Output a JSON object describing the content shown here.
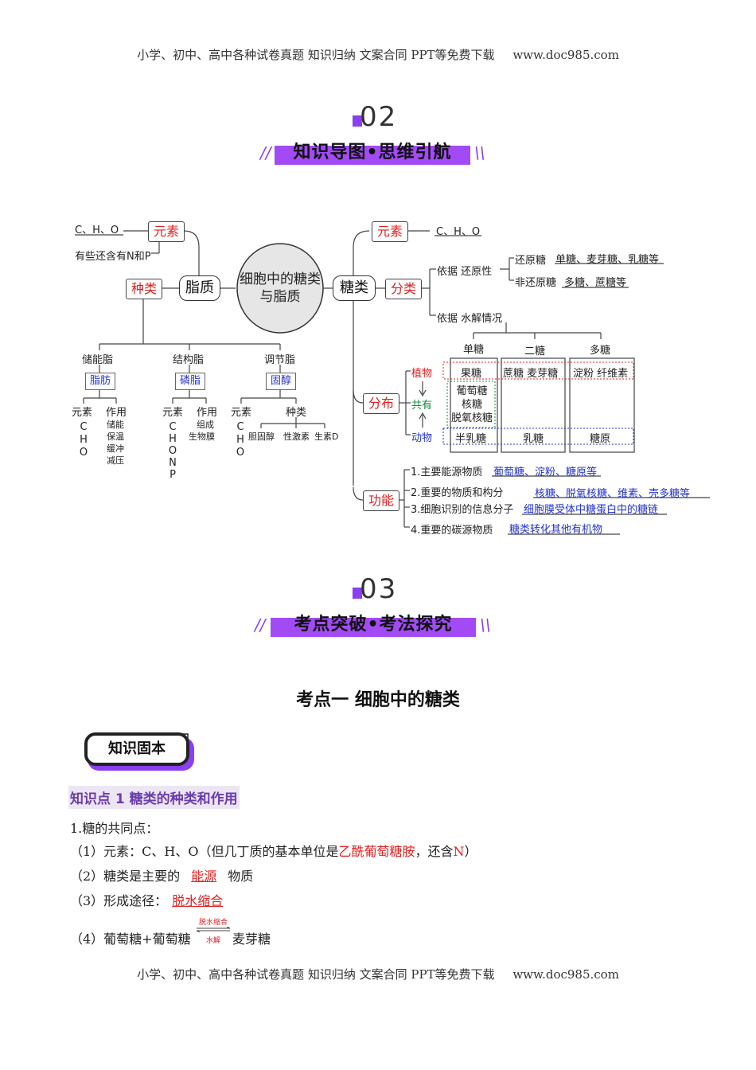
{
  "header": {
    "text": "小学、初中、高中各种试卷真题  知识归纳  文案合同  PPT等免费下载",
    "url": "www.doc985.com"
  },
  "footer": {
    "text": "小学、初中、高中各种试卷真题  知识归纳  文案合同  PPT等免费下载",
    "url": "www.doc985.com"
  },
  "section2": {
    "number": "02",
    "title": "知识导图•思维引航"
  },
  "section3": {
    "number": "03",
    "title": "考点突破•考法探究"
  },
  "mindmap": {
    "center": "细胞中的糖类与脂质",
    "lipid": {
      "label": "脂质",
      "element_label": "元素",
      "elements": "C、H、O",
      "elements_note": "有些还含有N和P",
      "type_label": "种类",
      "groups": [
        {
          "heading": "储能脂",
          "tag": "脂肪",
          "elem_label": "元素",
          "role_label": "作用",
          "elems": "C H O",
          "roles": [
            "储能",
            "保温",
            "缓冲",
            "减压"
          ]
        },
        {
          "heading": "结构脂",
          "tag": "磷脂",
          "elem_label": "元素",
          "role_label": "作用",
          "elems": "C H O N P",
          "roles": [
            "组成",
            "生物膜"
          ]
        },
        {
          "heading": "调节脂",
          "tag": "固醇",
          "elem_label": "元素",
          "role_label": "种类",
          "elems": "C H O",
          "roles": [
            "胆固醇",
            "性激素",
            "生素D"
          ]
        }
      ]
    },
    "sugar": {
      "label": "糖类",
      "element_label": "元素",
      "elements": "C、H、O",
      "classify_label": "分类",
      "basis1": "依据 还原性",
      "reducing": "还原糖",
      "reducing_ex": "单糖、麦芽糖、乳糖等",
      "nonreducing": "非还原糖",
      "nonreducing_ex": "多糖、蔗糖等",
      "basis2": "依据 水解情况",
      "cols": [
        "单糖",
        "二糖",
        "多糖"
      ],
      "dist_label": "分布",
      "plant": "植物",
      "shared": "共有",
      "animal": "动物",
      "plant_row": [
        "果糖",
        "蔗糖 麦芽糖",
        "淀粉 纤维素"
      ],
      "shared_row": [
        "葡萄糖",
        "核糖",
        "脱氧核糖"
      ],
      "animal_row": [
        "半乳糖",
        "乳糖",
        "糖原"
      ],
      "func_label": "功能",
      "functions": [
        {
          "text": "1.主要能源物质",
          "answer": "葡萄糖、淀粉、糖原等"
        },
        {
          "text": "2.重要的物质和构分",
          "answer": "核糖、脱氧核糖、维素、壳多糖等"
        },
        {
          "text": "3.细胞识别的信息分子",
          "answer": "细胞膜受体中糖蛋白中的糖链"
        },
        {
          "text": "4.重要的碳源物质",
          "answer": "糖类转化其他有机物"
        }
      ]
    }
  },
  "kaodian": {
    "title": "考点一  细胞中的糖类",
    "badge": "知识固本",
    "point": "知识点 1 糖类的种类和作用"
  },
  "lines": {
    "l1": "1.糖的共同点：",
    "l2_a": "（1）元素：C、H、O（但几丁质的基本单位是",
    "l2_red": "乙酰葡萄糖胺",
    "l2_b": "，还含",
    "l2_n": "N",
    "l2_c": "）",
    "l3_a": "（2）糖类是主要的",
    "l3_ans": "能源",
    "l3_b": "物质",
    "l4_a": "（3）形成途径：",
    "l4_ans": "脱水缩合",
    "l5_a": "（4）葡萄糖+葡萄糖",
    "l5_top": "脱水缩合",
    "l5_bot": "水解",
    "l5_b": "麦芽糖"
  },
  "colors": {
    "accent": "#a24bf5",
    "red": "#e02020",
    "blue": "#2233cc"
  }
}
